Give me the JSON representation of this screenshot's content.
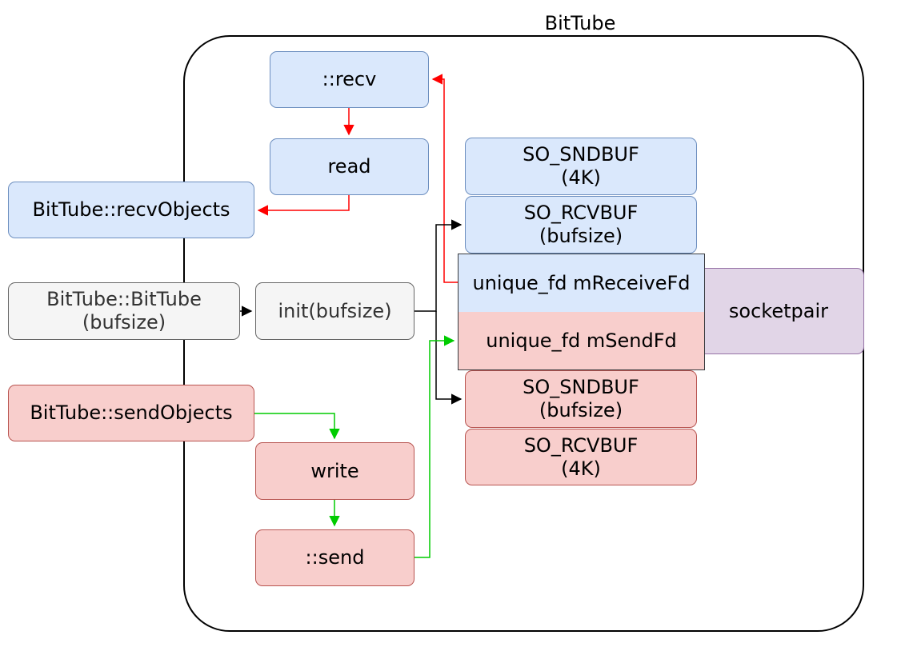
{
  "diagram": {
    "title": "BitTube",
    "nodes": {
      "recv": "::recv",
      "read": "read",
      "recv_objects": "BitTube::recvObjects",
      "ctor": "BitTube::BitTube\n(bufsize)",
      "init": "init(bufsize)",
      "send_objects": "BitTube::sendObjects",
      "write": "write",
      "send": "::send",
      "so_sndbuf_4k": "SO_SNDBUF\n(4K)",
      "so_rcvbuf_bufsize": "SO_RCVBUF\n(bufsize)",
      "receive_fd": "unique_fd mReceiveFd",
      "send_fd": "unique_fd mSendFd",
      "socketpair": "socketpair",
      "so_sndbuf_bufsize": "SO_SNDBUF\n(bufsize)",
      "so_rcvbuf_4k": "SO_RCVBUF\n(4K)"
    },
    "colors": {
      "receive_path": "#ff0000",
      "send_path": "#00cc00",
      "init_path": "#000000",
      "blue_fill": "#dae8fc",
      "red_fill": "#f8cecc",
      "grey_fill": "#f5f5f5",
      "purple_fill": "#e1d5e7"
    }
  }
}
